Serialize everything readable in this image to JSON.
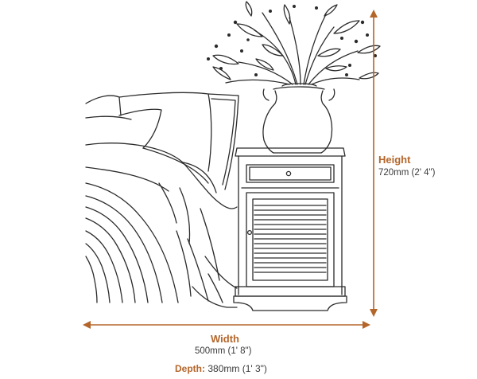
{
  "colors": {
    "accent": "#b4662a",
    "line": "#2b2b2b",
    "text": "#3a3a3a",
    "background": "#ffffff"
  },
  "height": {
    "label": "Height",
    "value": "720mm (2' 4\")"
  },
  "width": {
    "label": "Width",
    "value": "500mm (1' 8\")"
  },
  "depth": {
    "label": "Depth:",
    "value": "380mm (1' 3\")"
  },
  "icons": [
    "illustration-bed",
    "illustration-nightstand",
    "illustration-vase-flowers"
  ]
}
